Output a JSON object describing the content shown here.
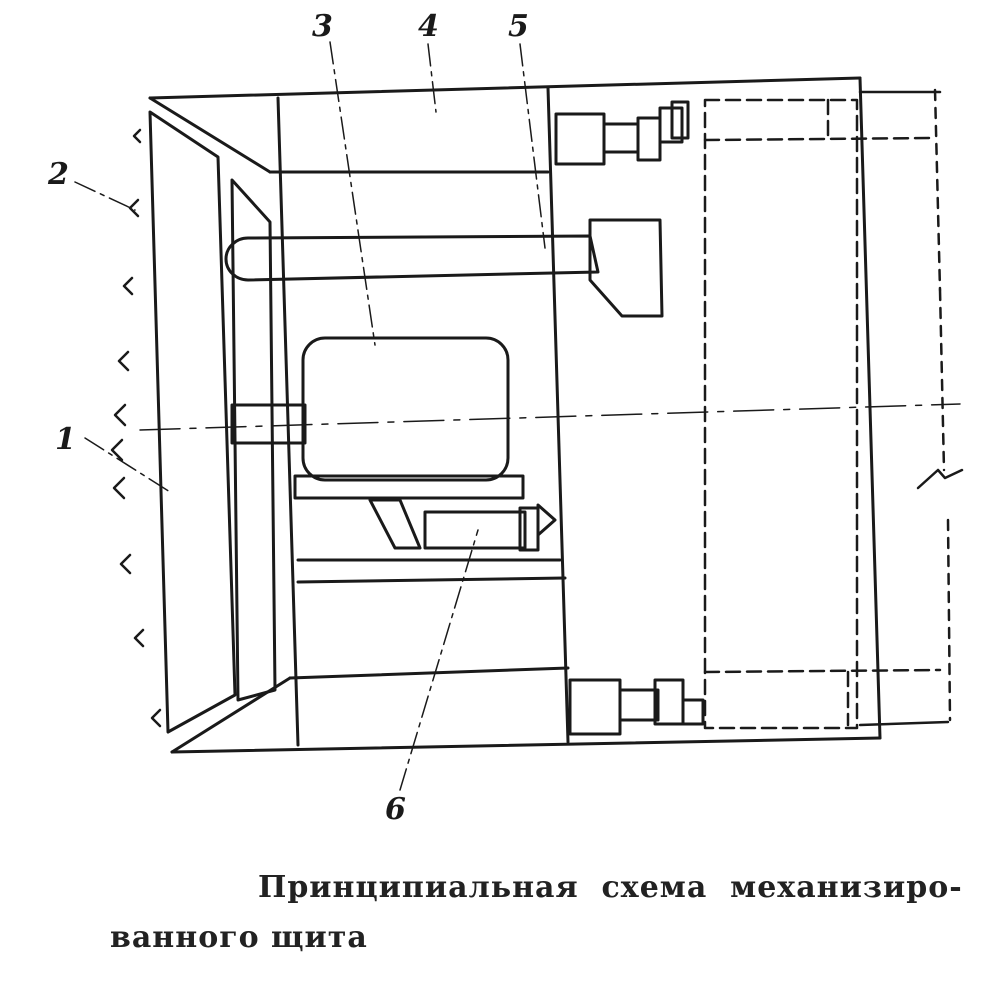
{
  "labels": {
    "l1": "1",
    "l2": "2",
    "l3": "3",
    "l4": "4",
    "l5": "5",
    "l6": "6"
  },
  "caption": {
    "line1": "Принципиальная  схема  механизиро-",
    "line2": "ванного щита"
  }
}
